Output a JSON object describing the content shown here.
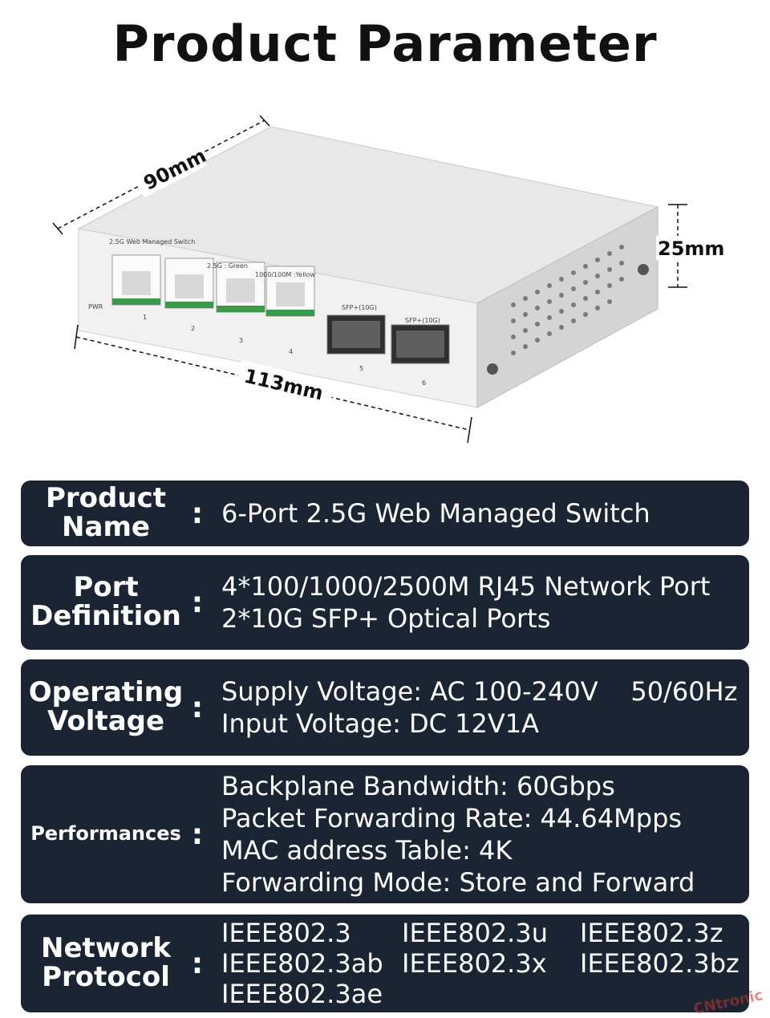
{
  "title": "Product Parameter",
  "dimensions": {
    "depth": "90mm",
    "height": "25mm",
    "width": "113mm"
  },
  "device": {
    "model_label": "2.5G Web Managed Switch",
    "legend_green": "2.5G : Green",
    "legend_yellow": "1000/100M :Yellow",
    "pwr_label": "PWR",
    "sfp_label": "SFP+(10G)",
    "port_numbers": [
      "1",
      "2",
      "3",
      "4",
      "5",
      "6"
    ]
  },
  "specs": [
    {
      "label_lines": [
        "Product",
        "Name"
      ],
      "values": [
        "6-Port 2.5G Web Managed Switch"
      ]
    },
    {
      "label_lines": [
        "Port",
        "Definition"
      ],
      "values": [
        "4*100/1000/2500M RJ45 Network Port",
        "2*10G SFP+ Optical Ports"
      ]
    },
    {
      "label_lines": [
        "Operating",
        "Voltage"
      ],
      "values": [
        "Supply Voltage: AC 100-240V    50/60Hz",
        "Input Voltage: DC 12V1A"
      ]
    },
    {
      "label_lines": [
        "Performances"
      ],
      "values": [
        "Backplane Bandwidth: 60Gbps",
        "Packet Forwarding Rate: 44.64Mpps",
        "MAC address Table: 4K",
        "Forwarding Mode: Store and Forward"
      ]
    },
    {
      "label_lines": [
        "Network",
        "Protocol"
      ],
      "protocols": [
        "IEEE802.3",
        "IEEE802.3u",
        "IEEE802.3z",
        "IEEE802.3ab",
        "IEEE802.3x",
        "IEEE802.3bz",
        "IEEE802.3ae"
      ]
    }
  ],
  "colon": ":",
  "watermark": "CNtronic",
  "colors": {
    "panel_bg": "#1b2433",
    "panel_text": "#ffffff",
    "device_body": "#e4e4e4"
  }
}
